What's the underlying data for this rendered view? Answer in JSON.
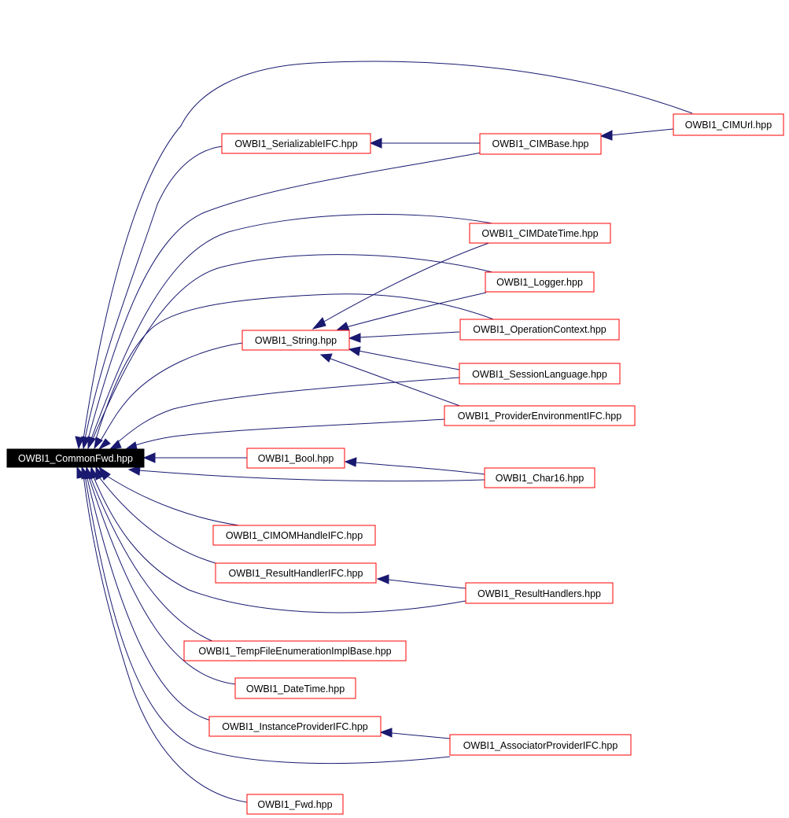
{
  "colors": {
    "edge": "#191970",
    "node_border": "#ff0000",
    "root_fill": "#000000",
    "root_text": "#ffffff"
  },
  "nodes": {
    "commonfwd": "OWBI1_CommonFwd.hpp",
    "cimurl": "OWBI1_CIMUrl.hpp",
    "serializable": "OWBI1_SerializableIFC.hpp",
    "cimbase": "OWBI1_CIMBase.hpp",
    "cimdatetime": "OWBI1_CIMDateTime.hpp",
    "logger": "OWBI1_Logger.hpp",
    "string": "OWBI1_String.hpp",
    "opcontext": "OWBI1_OperationContext.hpp",
    "sessionlang": "OWBI1_SessionLanguage.hpp",
    "provenv": "OWBI1_ProviderEnvironmentIFC.hpp",
    "bool": "OWBI1_Bool.hpp",
    "char16": "OWBI1_Char16.hpp",
    "cimomhandle": "OWBI1_CIMOMHandleIFC.hpp",
    "resulthandler": "OWBI1_ResultHandlerIFC.hpp",
    "resulthandlers": "OWBI1_ResultHandlers.hpp",
    "tempfile": "OWBI1_TempFileEnumerationImplBase.hpp",
    "datetime": "OWBI1_DateTime.hpp",
    "instprov": "OWBI1_InstanceProviderIFC.hpp",
    "assocprov": "OWBI1_AssociatorProviderIFC.hpp",
    "fwd": "OWBI1_Fwd.hpp"
  }
}
